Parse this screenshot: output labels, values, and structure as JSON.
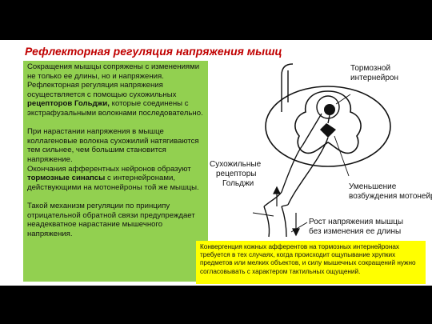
{
  "slide": {
    "title": "Рефлекторная регуляция напряжения мышц"
  },
  "text_panel": {
    "p1_a": "Сокращения мышцы сопряжены с изменениями не только ее длины, но и  напряжения. Рефлекторная регуляция напряжения осуществляется с помощью сухожильных ",
    "p1_bold": "рецепторов Гольджи,",
    "p1_b": " которые соединены с экстрафузальными волокнами последовательно.",
    "p2_a": "При нарастании напряжения в мышце коллагеновые волокна сухожилий натягиваются тем сильнее, чем большим становится напряжение.",
    "p2_b": "Окончания афферентных нейронов образуют ",
    "p2_bold": "тормозные синапсы",
    "p2_c": " с интернейронами, действующими на мотонейроны той же мышцы.",
    "p3": "Такой механизм регуляции по принципу отрицательной обратной связи предупреждает неадекватное нарастание мышечного напряжения."
  },
  "diagram": {
    "labels": {
      "inhibitory_1": "Тормозной",
      "inhibitory_2": "интернейрон",
      "golgi_1": "Сухожильные",
      "golgi_2": "рецепторы",
      "golgi_3": "Гольджи",
      "decrease_1": "Уменьшение",
      "decrease_2": "возбуждения мотонейрона",
      "growth_1": "Рост напряжения мышцы",
      "growth_2": "без изменения ее длины"
    }
  },
  "note": {
    "text": "Конвергенция кожных афферентов на тормозных интернейронах требуется в тех случаях, когда происходит ощупывание хрупких предметов или мелких объектов, и силу мышечных сокращений нужно согласовывать с характером тактильных ощущений."
  },
  "colors": {
    "title": "#c00000",
    "panel": "#92d050",
    "note": "#ffff00",
    "background": "#000000"
  }
}
